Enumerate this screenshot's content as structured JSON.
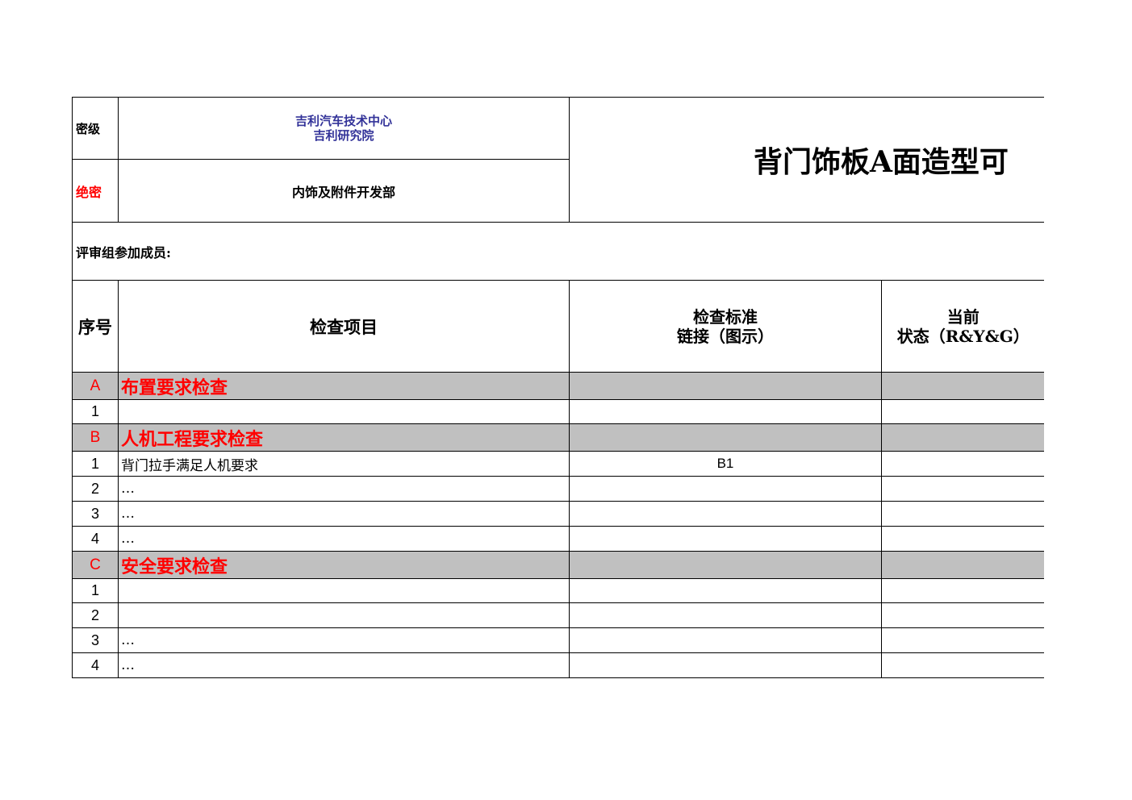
{
  "header": {
    "secrecy_label": "密级",
    "secrecy_value": "绝密",
    "org_line1": "吉利汽车技术中心",
    "org_line2": "吉利研究院",
    "department": "内饰及附件开发部",
    "title": "背门饰板A面造型可",
    "review_members_label": "评审组参加成员:"
  },
  "columns": {
    "seq": "序号",
    "item": "检查项目",
    "standard_line1": "检查标准",
    "standard_line2": "链接（图示）",
    "status_line1": "当前",
    "status_line2": "状态（R&Y&G）"
  },
  "sections": [
    {
      "code": "A",
      "name": "布置要求检查",
      "rows": [
        {
          "num": "1",
          "item": "",
          "link": ""
        }
      ]
    },
    {
      "code": "B",
      "name": "人机工程要求检查",
      "rows": [
        {
          "num": "1",
          "item": "背门拉手满足人机要求",
          "link": "B1"
        },
        {
          "num": "2",
          "item": "…",
          "link": ""
        },
        {
          "num": "3",
          "item": "…",
          "link": ""
        },
        {
          "num": "4",
          "item": "…",
          "link": ""
        }
      ]
    },
    {
      "code": "C",
      "name": "安全要求检查",
      "rows": [
        {
          "num": "1",
          "item": "",
          "link": ""
        },
        {
          "num": "2",
          "item": "",
          "link": ""
        },
        {
          "num": "3",
          "item": "…",
          "link": ""
        },
        {
          "num": "4",
          "item": "…",
          "link": ""
        }
      ]
    }
  ],
  "colors": {
    "org_text": "#333399",
    "secret_text": "#ff0000",
    "section_fill": "#c0c0c0",
    "section_text": "#ff0000"
  }
}
